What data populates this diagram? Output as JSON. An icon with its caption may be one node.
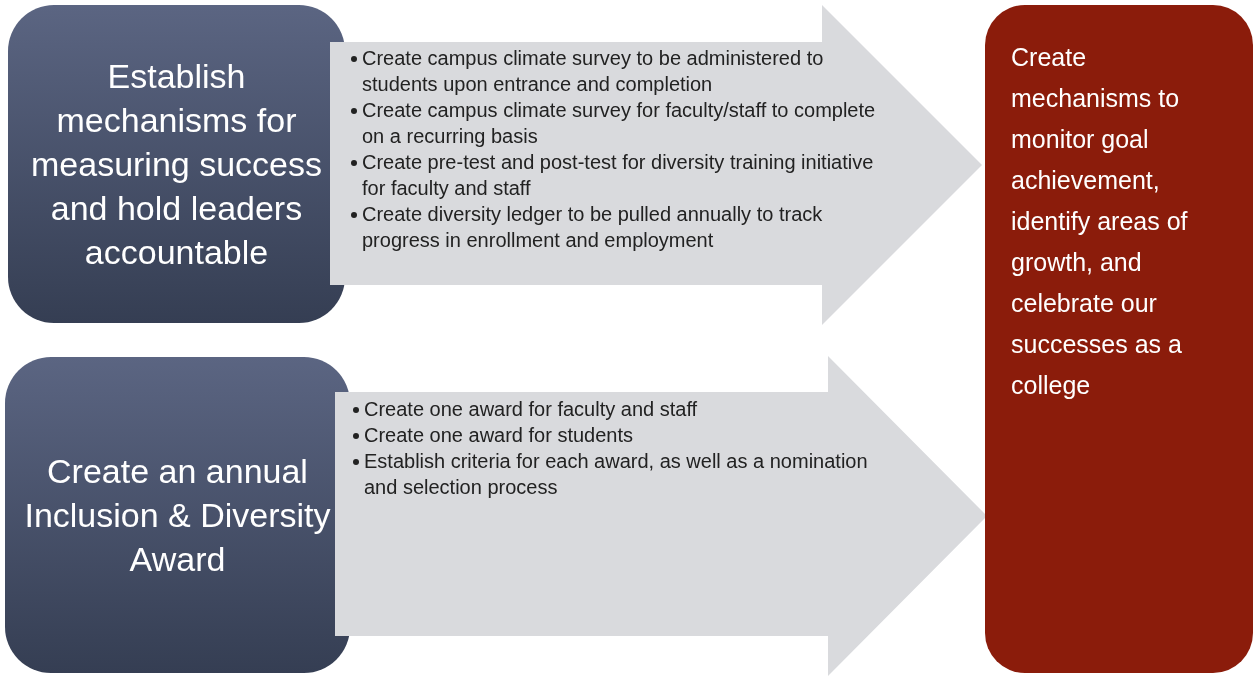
{
  "diagram": {
    "nodes": [
      {
        "text": [
          "Establish mechanisms for measuring success and hold leaders accountable"
        ]
      },
      {
        "text": [
          "Create campus climate survey to be administered to students upon entrance and completion",
          "Create campus climate survey for faculty/staff to complete on a recurring basis",
          "Create pre-test and post-test for diversity training initiative for faculty and staff",
          "Create diversity ledger to be pulled annually to track progress in enrollment and employment"
        ]
      },
      {
        "text": [
          "Create an annual Inclusion & Diversity Award"
        ]
      },
      {
        "text": [
          "Create one award for faculty and staff",
          "Create one award for students",
          "Establish criteria for each award, as well as a nomination and selection process"
        ]
      },
      {
        "text": [
          "Create mechanisms to monitor goal achievement, identify areas of growth, and celebrate our successes as a college"
        ]
      }
    ]
  }
}
